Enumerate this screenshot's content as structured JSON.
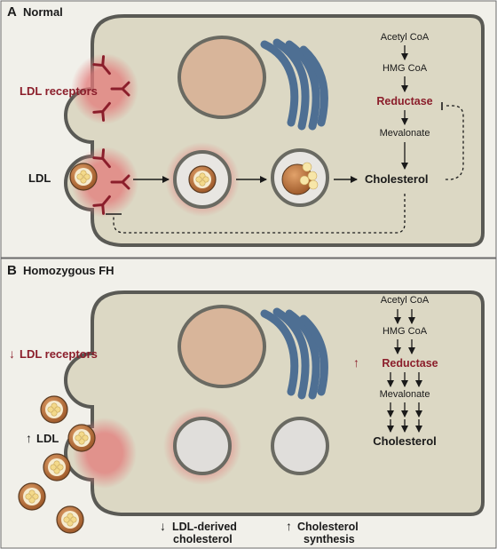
{
  "colors": {
    "panel_a_bg": "#f1f0ea",
    "panel_b_bg": "#f1f0ea",
    "cell_fill": "#dcd8c4",
    "cell_stroke": "#5a5a55",
    "nucleus": "#d8b59a",
    "golgi": "#4e6f93",
    "receptor": "#8b1e2b",
    "glow": "#e37a7a",
    "ldl_outer": "#b8703a",
    "ldl_core": "#f3dfa6"
  },
  "panel_a": {
    "letter": "A",
    "title": "Normal",
    "ldl_receptors_label": "LDL receptors",
    "ldl_label": "LDL",
    "pathway": {
      "acetyl_coa": "Acetyl CoA",
      "hmg_coa": "HMG CoA",
      "reductase": "Reductase",
      "mevalonate": "Mevalonate",
      "cholesterol": "Cholesterol"
    },
    "feedback_minus": "−"
  },
  "panel_b": {
    "letter": "B",
    "title": "Homozygous FH",
    "ldl_receptors_arrow": "↓",
    "ldl_receptors_label": "LDL receptors",
    "ldl_arrow": "↑",
    "ldl_label": "LDL",
    "pathway": {
      "acetyl_coa": "Acetyl CoA",
      "hmg_coa": "HMG CoA",
      "reductase_arrow": "↑",
      "reductase": "Reductase",
      "mevalonate": "Mevalonate",
      "cholesterol": "Cholesterol"
    },
    "footer_left_arrow": "↓",
    "footer_left_line1": "LDL-derived",
    "footer_left_line2": "cholesterol",
    "footer_right_arrow": "↑",
    "footer_right_line1": "Cholesterol",
    "footer_right_line2": "synthesis"
  }
}
